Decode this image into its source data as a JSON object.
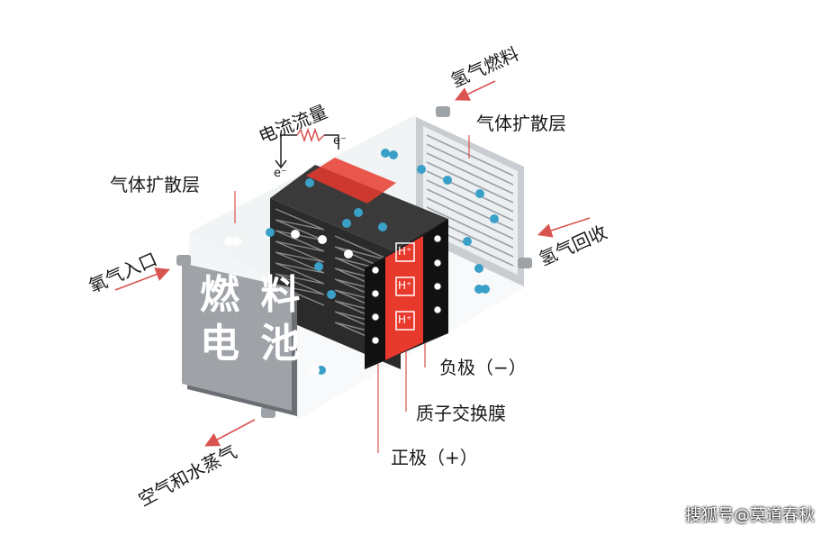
{
  "labels": {
    "hydrogen_fuel": "氢气燃料",
    "gas_diffusion_right": "气体扩散层",
    "current_flow": "电流流量",
    "gas_diffusion_left": "气体扩散层",
    "oxygen_inlet": "氧气入口",
    "hydrogen_recovery": "氢气回收",
    "anode": "负极（−）",
    "pem": "质子交换膜",
    "cathode": "正极（+）",
    "air_water": "空气和水蒸气",
    "electron": "e⁻",
    "proton": "H⁺"
  },
  "panel": {
    "line1": "燃 料",
    "line2": "电 池"
  },
  "watermark": "搜狐号@莫道春秋",
  "colors": {
    "arrow": "#d9534f",
    "membrane": "#e8392d",
    "stack": "#2e2e2e",
    "ion": "#3aa0c8"
  }
}
